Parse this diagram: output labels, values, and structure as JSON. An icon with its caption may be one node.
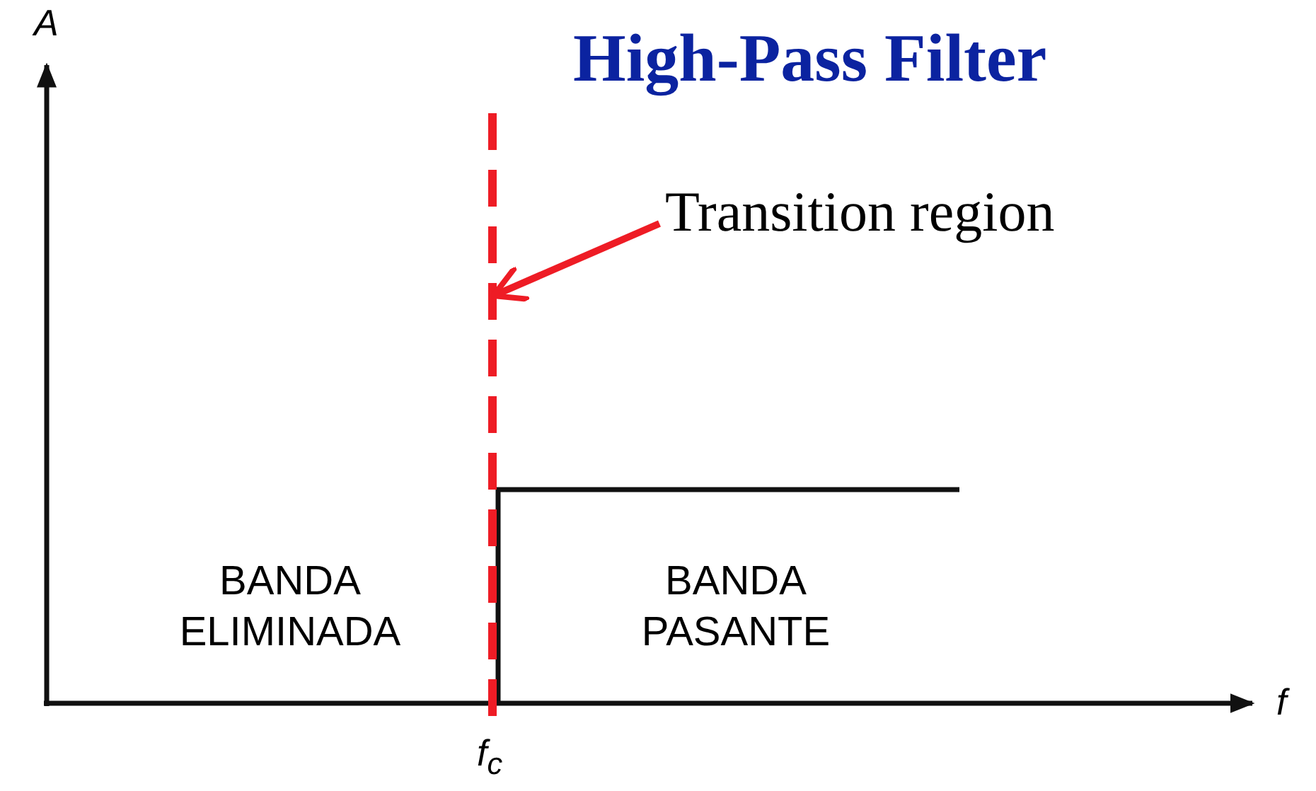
{
  "diagram": {
    "title": "High-Pass Filter",
    "nodes": [
      {
        "text": [
          "Transition region"
        ]
      },
      {
        "text": [],
        "shape": "line"
      }
    ],
    "edges": [
      {
        "from": 0,
        "to": 1,
        "arrow": "to",
        "color": "#ee1c25"
      }
    ],
    "labels": [
      "A",
      "f",
      "f$_{c}$",
      "BANDA ELIMINADA",
      "BANDA PASANTE"
    ]
  }
}
